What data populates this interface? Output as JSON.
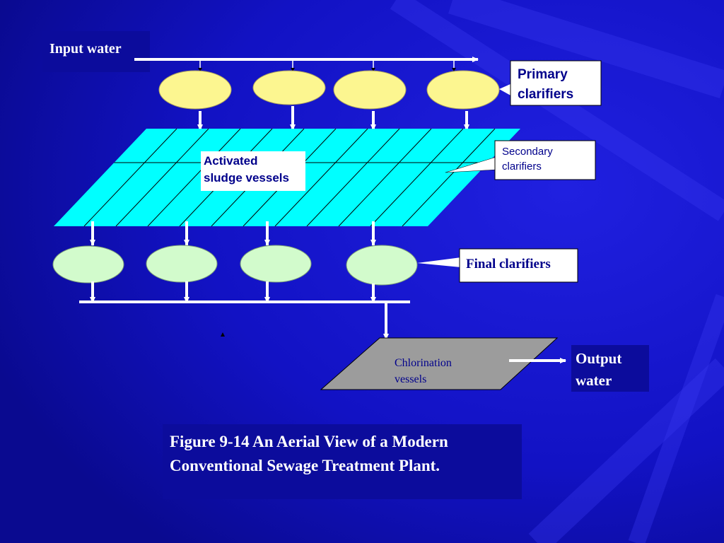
{
  "labels": {
    "input_water": "Input water",
    "primary_clarifiers": [
      "Primary",
      "clarifiers"
    ],
    "activated_sludge": [
      "Activated",
      "sludge vessels"
    ],
    "secondary_clarifiers": [
      "Secondary",
      "clarifiers"
    ],
    "final_clarifiers": "Final clarifiers",
    "chlorination": [
      "Chlorination",
      "vessels"
    ],
    "output_water": [
      "Output",
      "water"
    ]
  },
  "caption": {
    "line1": "Figure 9-14 An Aerial View of a Modern",
    "line2": "Conventional Sewage Treatment Plant."
  },
  "colors": {
    "background": "#1010c8",
    "label_box_dark": "#0c0c9c",
    "primary_clarifier": "#fcf690",
    "activated_sludge": "#00ffff",
    "final_clarifier": "#d2fbcc",
    "chlorination": "#9c9c9c",
    "arrow": "#ffffff",
    "text_light": "#ffffff",
    "text_dark": "#00008b",
    "text_black": "#000000"
  }
}
